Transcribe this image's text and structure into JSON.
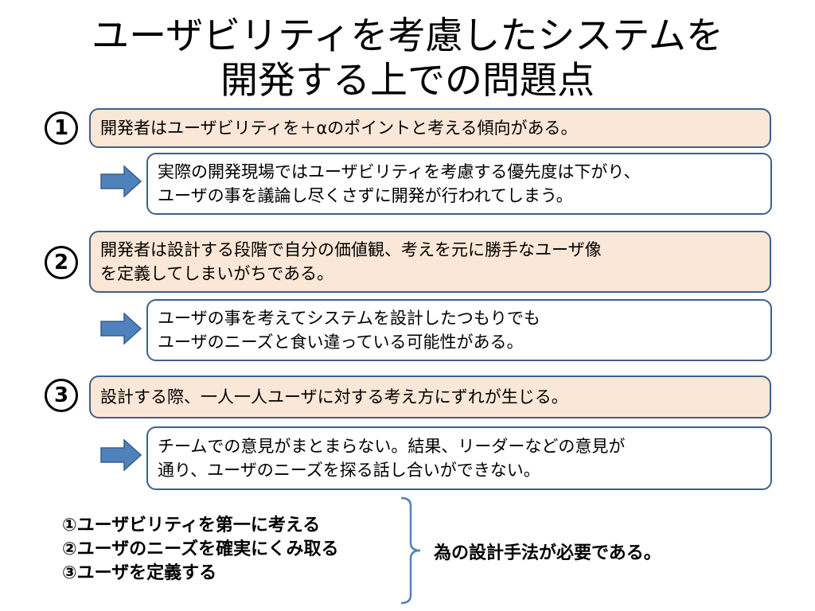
{
  "title": {
    "line1": "ユーザビリティを考慮したシステムを",
    "line2": "開発する上での問題点"
  },
  "problems": [
    {
      "marker": "1",
      "problem_lines": [
        "開発者はユーザビリティを＋αのポイントと考える傾向がある。"
      ],
      "result_lines": [
        "実際の開発現場ではユーザビリティを考慮する優先度は下がり、",
        "ユーザの事を議論し尽くさずに開発が行われてしまう。"
      ]
    },
    {
      "marker": "2",
      "problem_lines": [
        "開発者は設計する段階で自分の価値観、考えを元に勝手なユーザ像",
        "を定義してしまいがちである。"
      ],
      "result_lines": [
        "ユーザの事を考えてシステムを設計したつもりでも",
        "ユーザのニーズと食い違っている可能性がある。"
      ]
    },
    {
      "marker": "3",
      "problem_lines": [
        "設計する際、一人一人ユーザに対する考え方にずれが生じる。"
      ],
      "result_lines": [
        "チームでの意見がまとまらない。結果、リーダーなどの意見が",
        "通り、ユーザのニーズを探る話し合いができない。"
      ]
    }
  ],
  "summary": {
    "items": [
      "①ユーザビリティを第一に考える",
      "②ユーザのニーズを確実にくみ取る",
      "③ユーザを定義する"
    ],
    "conclusion": "為の設計手法が必要である。"
  },
  "colors": {
    "problem_fill": "#fbe7d7",
    "box_border": "#3e5f8a",
    "arrow_fill": "#4f81bd",
    "arrow_stroke": "#385d8a",
    "brace_stroke": "#4f81bd"
  }
}
